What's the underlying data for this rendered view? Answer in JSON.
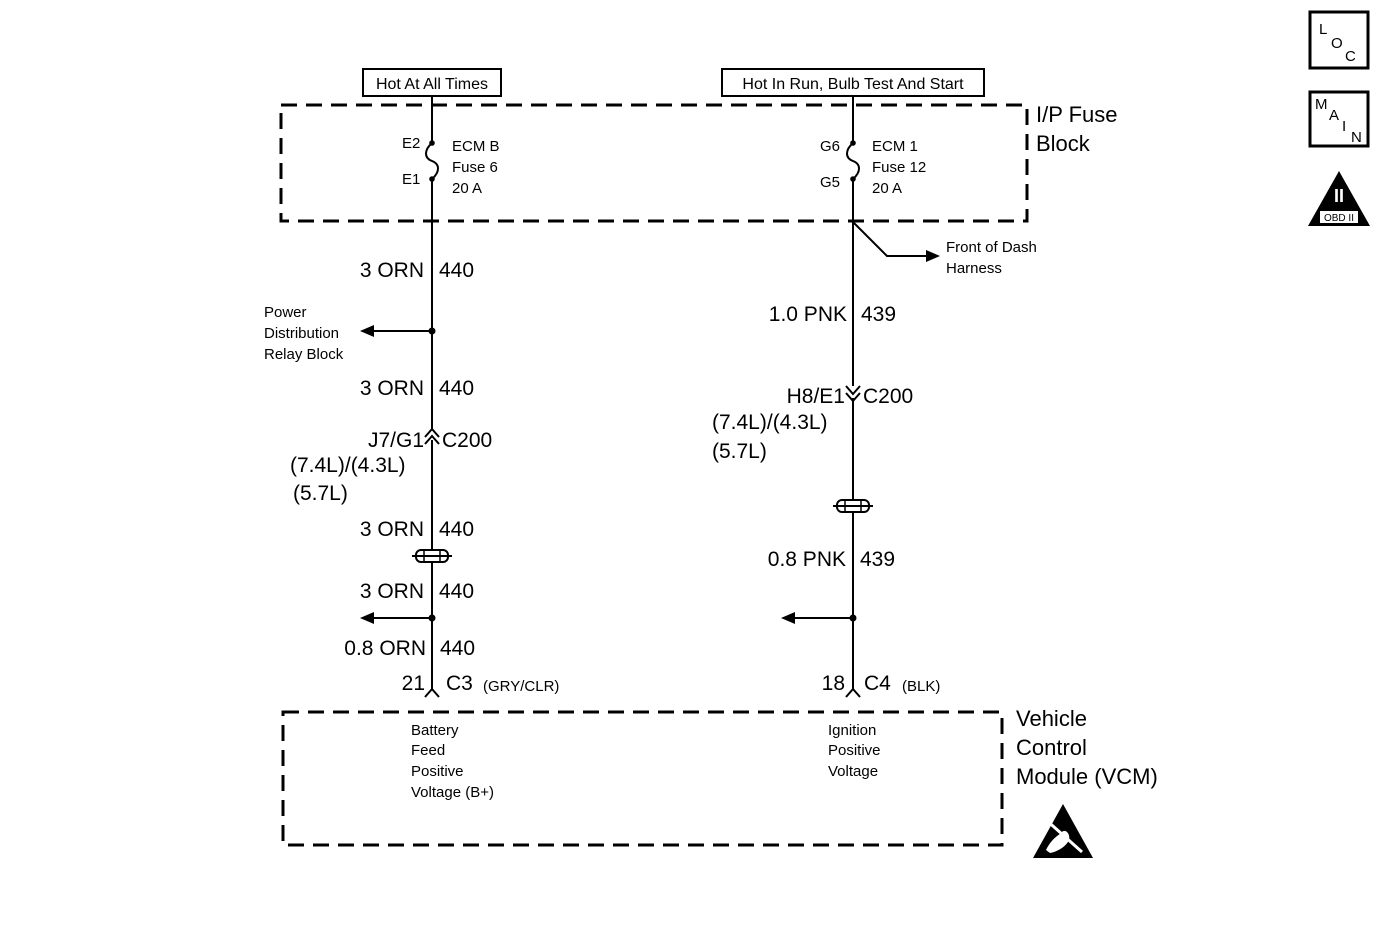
{
  "power_sources": {
    "left": "Hot At All Times",
    "right": "Hot In Run, Bulb Test And Start"
  },
  "fuse_block": {
    "title_line1": "I/P Fuse",
    "title_line2": "Block",
    "left_fuse": {
      "top_pin": "E2",
      "bottom_pin": "E1",
      "name": "ECM B",
      "fuse": "Fuse 6",
      "rating": "20 A"
    },
    "right_fuse": {
      "top_pin": "G6",
      "bottom_pin": "G5",
      "name": "ECM 1",
      "fuse": "Fuse 12",
      "rating": "20 A"
    }
  },
  "left_circuit": {
    "wire1": {
      "gauge_color": "3 ORN",
      "circuit": "440"
    },
    "branch_label": [
      "Power",
      "Distribution",
      "Relay Block"
    ],
    "wire2": {
      "gauge_color": "3 ORN",
      "circuit": "440"
    },
    "connector": {
      "pins": "J7/G1",
      "name": "C200",
      "variant1": "(7.4L)/(4.3L)",
      "variant2": "(5.7L)"
    },
    "wire3": {
      "gauge_color": "3 ORN",
      "circuit": "440"
    },
    "wire4": {
      "gauge_color": "3 ORN",
      "circuit": "440"
    },
    "wire5": {
      "gauge_color": "0.8 ORN",
      "circuit": "440"
    },
    "terminal": {
      "pin": "21",
      "connector": "C3",
      "color": "(GRY/CLR)"
    },
    "vcm_label": [
      "Battery",
      "Feed",
      "Positive",
      "Voltage (B+)"
    ]
  },
  "right_circuit": {
    "harness_label": [
      "Front of Dash",
      "Harness"
    ],
    "wire1": {
      "gauge_color": "1.0 PNK",
      "circuit": "439"
    },
    "connector": {
      "pins": "H8/E1",
      "name": "C200",
      "variant1": "(7.4L)/(4.3L)",
      "variant2": "(5.7L)"
    },
    "wire2": {
      "gauge_color": "0.8 PNK",
      "circuit": "439"
    },
    "terminal": {
      "pin": "18",
      "connector": "C4",
      "color": "(BLK)"
    },
    "vcm_label": [
      "Ignition",
      "Positive",
      "Voltage"
    ]
  },
  "vcm": {
    "title": [
      "Vehicle",
      "Control",
      "Module (VCM)"
    ]
  },
  "side_icons": {
    "loc": {
      "l": "L",
      "o": "O",
      "c": "C"
    },
    "main": {
      "m": "M",
      "a": "A",
      "i": "I",
      "n": "N"
    },
    "obd": {
      "numeral": "II",
      "label": "OBD II"
    },
    "esd_icon": "esd-sensitive-icon"
  }
}
